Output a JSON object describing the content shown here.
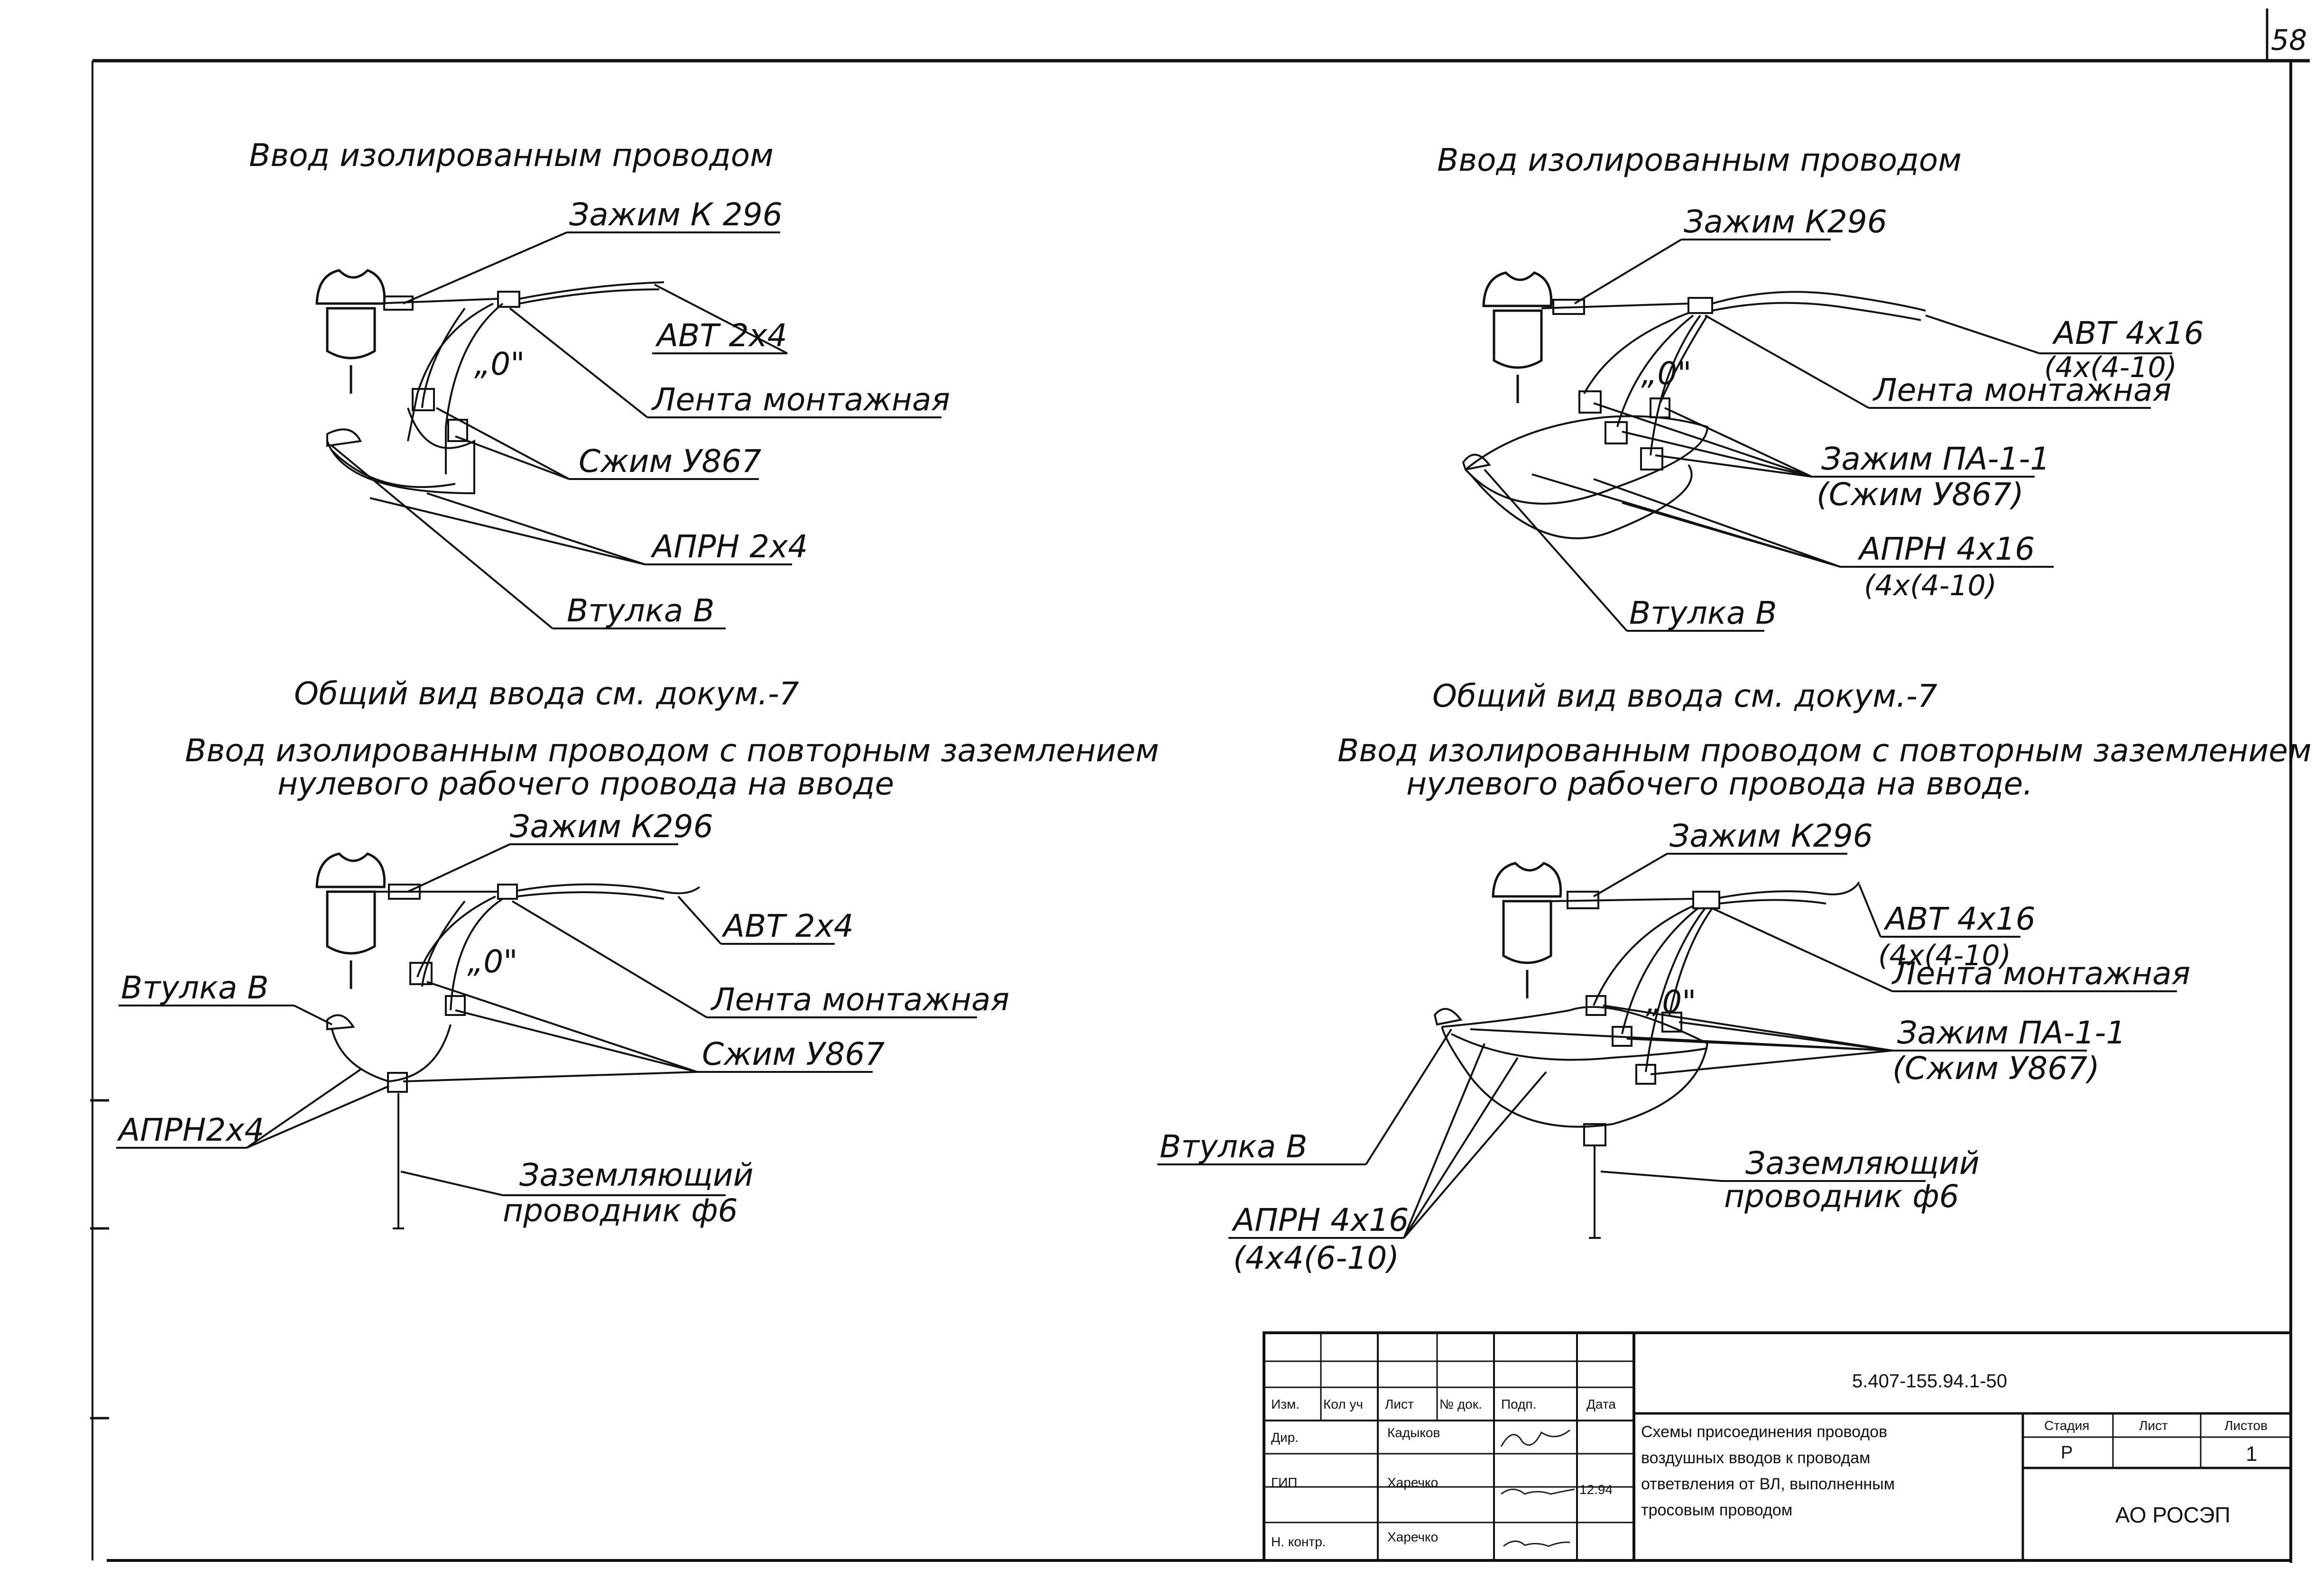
{
  "sheet_number": "58",
  "diagrams": [
    {
      "id": "top-left",
      "title": "Ввод изолированным проводом",
      "labels": {
        "clamp_k296": "Зажим К 296",
        "wire_avt": "АВТ 2х4",
        "tape": "Лента монтажная",
        "compression": "Сжим У867",
        "wire_aprn": "АПРН 2х4",
        "bushing": "Втулка В",
        "zero": "„0\""
      },
      "note": "Общий вид ввода см. докум.-7"
    },
    {
      "id": "top-right",
      "title": "Ввод изолированным проводом",
      "labels": {
        "clamp_k296": "Зажим К296",
        "wire_avt": "АВТ 4х16",
        "wire_avt_alt": "(4х(4-10)",
        "tape": "Лента монтажная",
        "clamp_pa": "Зажим ПА-1-1",
        "clamp_pa_alt": "(Сжим У867)",
        "wire_aprn": "АПРН 4х16",
        "wire_aprn_alt": "(4х(4-10)",
        "bushing": "Втулка В",
        "zero": "„0\""
      },
      "note": "Общий вид ввода см. докум.-7"
    },
    {
      "id": "bottom-left",
      "title_line1": "Ввод изолированным проводом с повторным заземлением",
      "title_line2": "нулевого рабочего провода на вводе",
      "labels": {
        "clamp_k296": "Зажим К296",
        "wire_avt": "АВТ 2х4",
        "tape": "Лента монтажная",
        "compression": "Сжим У867",
        "bushing": "Втулка В",
        "wire_aprn": "АПРН2х4",
        "ground_line1": "Заземляющий",
        "ground_line2": "проводник ф6",
        "zero": "„0\""
      }
    },
    {
      "id": "bottom-right",
      "title_line1": "Ввод изолированным проводом с повторным заземлением",
      "title_line2": "нулевого рабочего провода на вводе.",
      "labels": {
        "clamp_k296": "Зажим К296",
        "wire_avt": "АВТ 4х16",
        "wire_avt_alt": "(4х(4-10)",
        "tape": "Лента монтажная",
        "clamp_pa": "Зажим ПА-1-1",
        "clamp_pa_alt": "(Сжим У867)",
        "bushing": "Втулка В",
        "ground_line1": "Заземляющий",
        "ground_line2": "проводник ф6",
        "wire_aprn": "АПРН 4х16",
        "wire_aprn_alt": "(4х4(6-10)",
        "zero": "„0\""
      }
    }
  ],
  "title_block": {
    "doc_code": "5.407-155.94.1-50",
    "col_headers": [
      "Изм.",
      "Кол уч",
      "Лист",
      "№ док.",
      "Подп.",
      "Дата"
    ],
    "rows": [
      {
        "role": "Дир.",
        "name": "Кадыков"
      },
      {
        "role": "ГИП",
        "name": "Харечко"
      },
      {
        "role": "Н. контр.",
        "name": "Харечко"
      }
    ],
    "date_mark": "12.94",
    "description_lines": [
      "Схемы присоединения проводов",
      "воздушных вводов к проводам",
      "ответвления от ВЛ, выполненным",
      "тросовым проводом"
    ],
    "stage_header": "Стадия",
    "sheet_header": "Лист",
    "sheets_header": "Листов",
    "stage_value": "Р",
    "sheets_value": "1",
    "organization": "АО РОСЭП"
  }
}
